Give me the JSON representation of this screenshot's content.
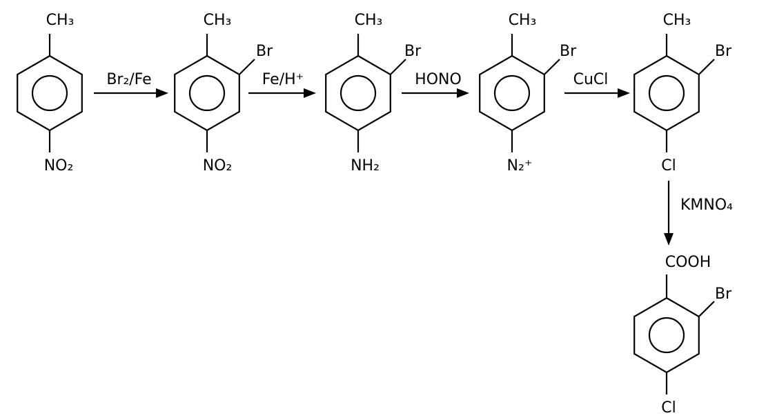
{
  "compounds": [
    {
      "top": "CH₃",
      "side": "",
      "bottom": "NO₂"
    },
    {
      "top": "CH₃",
      "side": "Br",
      "bottom": "NO₂"
    },
    {
      "top": "CH₃",
      "side": "Br",
      "bottom": "NH₂"
    },
    {
      "top": "CH₃",
      "side": "Br",
      "bottom": "N₂⁺"
    },
    {
      "top": "CH₃",
      "side": "Br",
      "bottom": "Cl"
    },
    {
      "top": "COOH",
      "side": "Br",
      "bottom": "Cl"
    }
  ],
  "reagents": [
    "Br₂/Fe",
    "Fe/H⁺",
    "HONO",
    "CuCl",
    "KMNO₄"
  ]
}
